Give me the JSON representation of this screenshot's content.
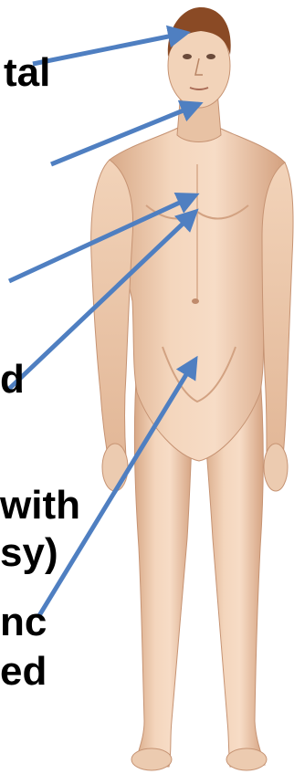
{
  "labels": {
    "l1": "tal",
    "l2": "d",
    "l3": "with",
    "l4": "sy)",
    "l5": "nc",
    "l6": "ed"
  },
  "colors": {
    "arrow": "#4f7fc1",
    "skin_light": "#f6ddc8",
    "skin_mid": "#e9c1a0",
    "skin_shadow": "#c99472",
    "hair": "#8a4a25",
    "outline": "#b8876a"
  },
  "figure": {
    "description_id": "standing-male-anatomy-figure"
  }
}
